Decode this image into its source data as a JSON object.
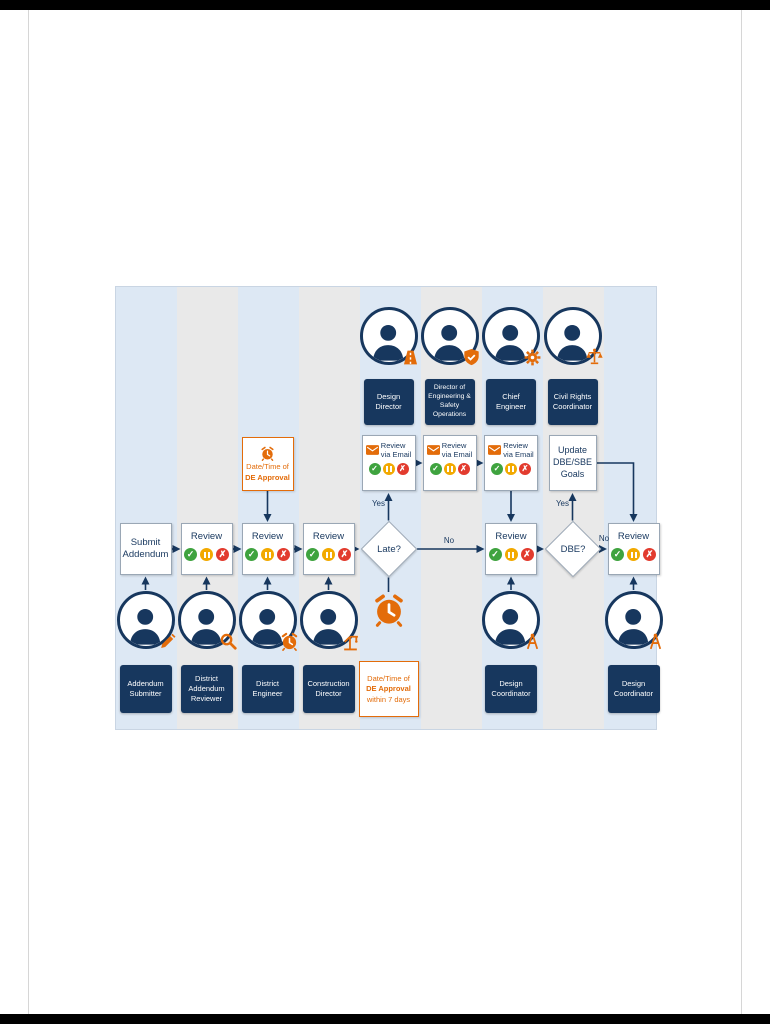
{
  "colors": {
    "navy": "#17375e",
    "orange": "#e36c0a",
    "green": "#3fa33f",
    "amber": "#f2a900",
    "red": "#e23b2e",
    "stripe_blue": "#dde8f4",
    "stripe_gray": "#e9e9e9"
  },
  "icons": {
    "check": "✓",
    "cross": "✗"
  },
  "decisions": {
    "late": {
      "label": "Late?",
      "yes": "Yes",
      "no": "No"
    },
    "dbe": {
      "label": "DBE?",
      "yes": "Yes",
      "no": "No"
    }
  },
  "nodes": {
    "submit": "Submit\nAddendum",
    "review": "Review",
    "review_via_email": "Review\nvia Email",
    "update_goals": "Update\nDBE/SBE\nGoals",
    "approval_top": {
      "line1": "Date/Time of",
      "line2": "DE Approval"
    },
    "approval_bottom": {
      "line1": "Date/Time of",
      "line2": "DE Approval",
      "line3": "within 7 days"
    }
  },
  "top_personas": [
    {
      "label": "Design Director",
      "badge": "road-icon"
    },
    {
      "label": "Director of Engineering & Safety Operations",
      "badge": "shield-icon"
    },
    {
      "label": "Chief Engineer",
      "badge": "gear-icon"
    },
    {
      "label": "Civil Rights Coordinator",
      "badge": "scales-icon"
    }
  ],
  "bottom_personas": [
    {
      "label": "Addendum Submitter",
      "badge": "pencil-icon"
    },
    {
      "label": "District Addendum Reviewer",
      "badge": "magnifier-icon"
    },
    {
      "label": "District Engineer",
      "badge": "alarm-clock-icon"
    },
    {
      "label": "Construction Director",
      "badge": "crane-icon"
    },
    {
      "label": "Design Coordinator",
      "badge": "compass-icon"
    },
    {
      "label": "Design Coordinator",
      "badge": "compass-icon"
    }
  ]
}
